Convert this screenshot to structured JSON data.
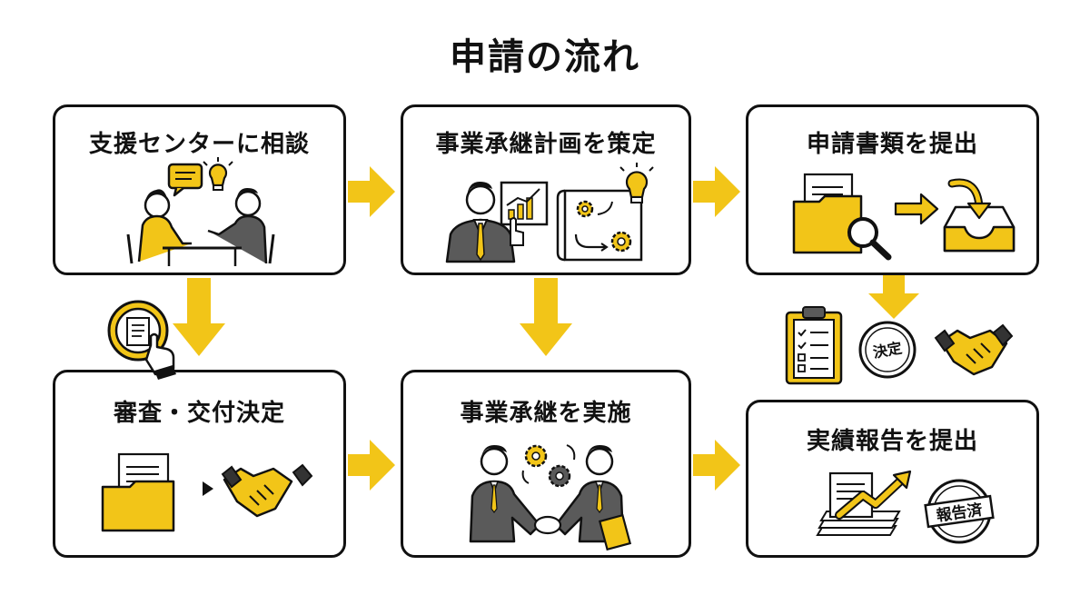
{
  "title": "申請の流れ",
  "steps": [
    {
      "label": "支援センターに相談"
    },
    {
      "label": "事業承継計画を策定"
    },
    {
      "label": "申請書類を提出"
    },
    {
      "label": "審査・交付決定"
    },
    {
      "label": "事業承継を実施"
    },
    {
      "label": "実績報告を提出"
    }
  ],
  "stamps": {
    "decision": "決定",
    "reported": "報告済"
  },
  "colors": {
    "accent": "#F2C518",
    "ink": "#111111",
    "gray": "#5a5a5a"
  }
}
